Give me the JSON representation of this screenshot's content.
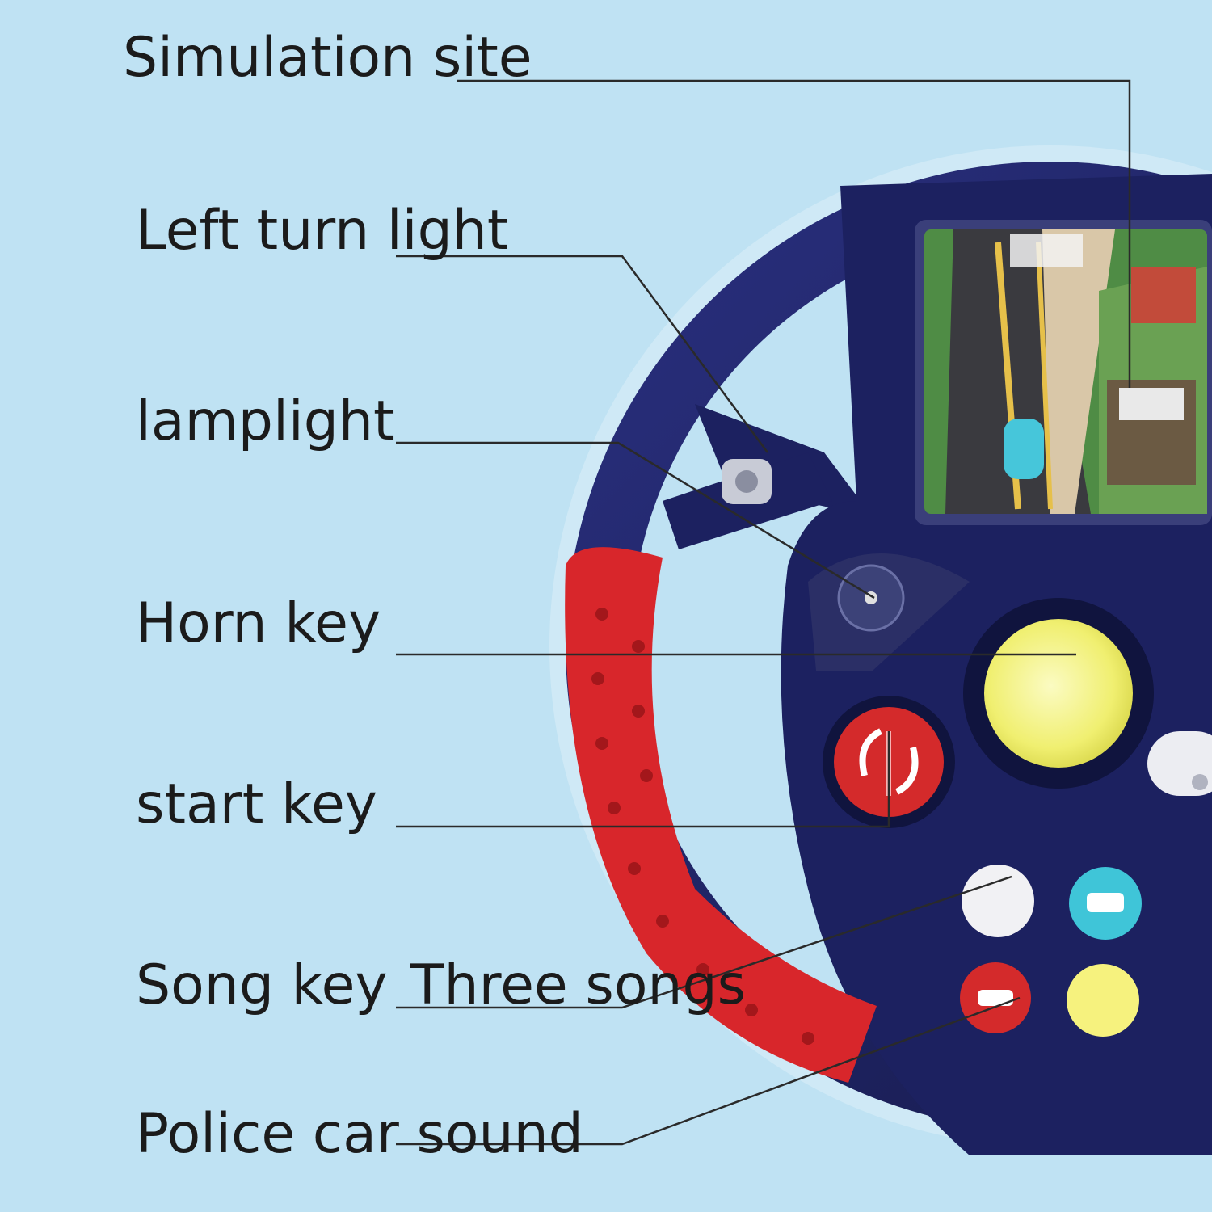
{
  "callouts": {
    "simulation_site": "Simulation site",
    "left_turn_light": "Left turn light",
    "lamplight": "lamplight",
    "horn_key": "Horn key",
    "start_key": "start key",
    "song_key": "Song key",
    "three_songs": "Three songs",
    "police_car_sound": "Police car sound"
  },
  "colors": {
    "background": "#bfe2f3",
    "wheel": "#1c2160",
    "grip": "#d8262b",
    "horn": "#f0ef70",
    "start_button": "#d42a2b",
    "leader_line": "#2a2a2a"
  }
}
